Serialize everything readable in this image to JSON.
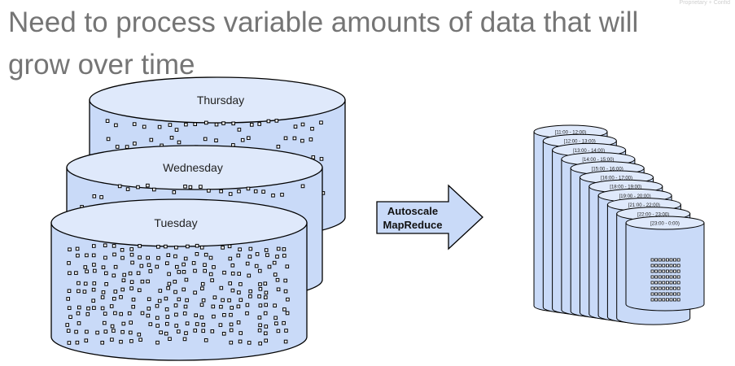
{
  "header": {
    "title": "Need to process variable amounts of data that will grow over time",
    "corner_text": "Proprietary + Confid"
  },
  "big_cylinders": [
    {
      "label": "Thursday"
    },
    {
      "label": "Wednesday"
    },
    {
      "label": "Tuesday"
    }
  ],
  "arrow": {
    "line1": "Autoscale",
    "line2": "MapReduce"
  },
  "small_cylinders": [
    {
      "label": "[11:00 - 12:00)"
    },
    {
      "label": "[12:00 - 13:00)"
    },
    {
      "label": "[13:00 - 14:00)"
    },
    {
      "label": "[14:00 - 15:00)"
    },
    {
      "label": "[15:00 - 16:00)"
    },
    {
      "label": "[16:00 - 17:00)"
    },
    {
      "label": "[18:00 - 19:00)"
    },
    {
      "label": "[19:00 - 20:00)"
    },
    {
      "label": "[21:00 - 22:00)"
    },
    {
      "label": "[22:00 - 23:00)"
    },
    {
      "label": "[23:00 - 0:00)"
    }
  ],
  "colors": {
    "cylinder_fill": "#c9daf8",
    "cylinder_top": "#dfe9fb",
    "arrow_fill": "#c9daf8",
    "title": "#757575"
  }
}
